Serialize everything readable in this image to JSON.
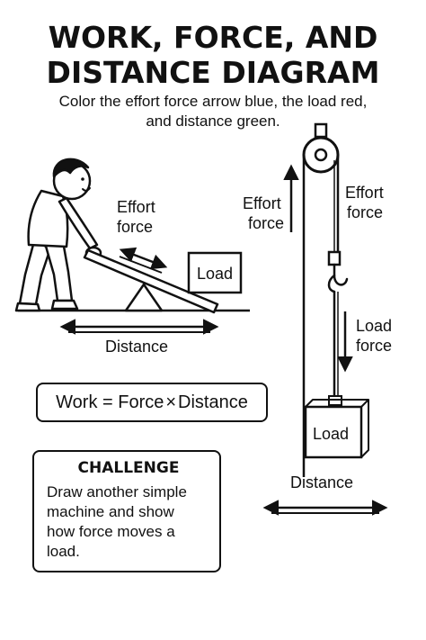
{
  "title_line1": "WORK, FORCE, AND",
  "title_line2": "DISTANCE DIAGRAM",
  "instruction_line1": "Color the effort force arrow blue, the load red,",
  "instruction_line2": "and distance green.",
  "lever": {
    "effort_line1": "Effort",
    "effort_line2": "force",
    "load_label": "Load",
    "distance_label": "Distance"
  },
  "pulley": {
    "effort_left_line1": "Effort",
    "effort_left_line2": "force",
    "effort_right_line1": "Effort",
    "effort_right_line2": "force",
    "load_force_line1": "Load",
    "load_force_line2": "force",
    "load_label": "Load",
    "distance_label": "Distance"
  },
  "formula": {
    "left": "Work = Force",
    "operator": "×",
    "right": "Distance"
  },
  "challenge": {
    "title": "CHALLENGE",
    "line1": "Draw another simple",
    "line2": "machine and show",
    "line3": "how force moves a",
    "line4": "load."
  }
}
